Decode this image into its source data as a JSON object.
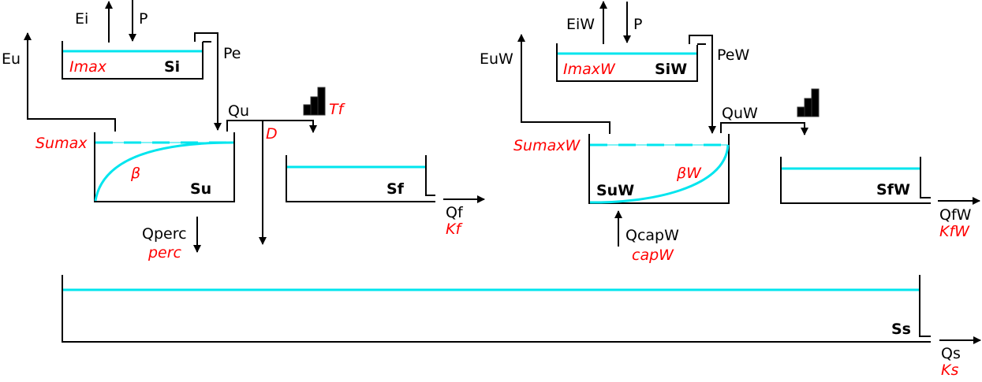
{
  "colors": {
    "water_level": "#00e5ee",
    "parameter": "#ff0000",
    "line": "#000000"
  },
  "hru_left": {
    "interception": {
      "store": "Si",
      "param": "Imax",
      "evap": "Ei",
      "precip": "P",
      "effective_precip": "Pe"
    },
    "unsaturated": {
      "store": "Su",
      "param_max": "Sumax",
      "param_shape": "β",
      "evap": "Eu",
      "outflow": "Qu",
      "split_param": "D",
      "percolation": "Qperc",
      "percolation_param": "perc"
    },
    "fast": {
      "store": "Sf",
      "lag_param": "Tf",
      "outflow": "Qf",
      "recession_param": "Kf",
      "lag_icon": "bar-steps-icon"
    }
  },
  "hru_right": {
    "interception": {
      "store": "SiW",
      "param": "ImaxW",
      "evap": "EiW",
      "precip": "P",
      "effective_precip": "PeW"
    },
    "unsaturated": {
      "store": "SuW",
      "param_max": "SumaxW",
      "param_shape": "βW",
      "evap": "EuW",
      "outflow": "QuW",
      "capillary": "QcapW",
      "capillary_param": "capW"
    },
    "fast": {
      "store": "SfW",
      "outflow": "QfW",
      "recession_param": "KfW",
      "lag_icon": "bar-steps-icon"
    }
  },
  "slow": {
    "store": "Ss",
    "outflow": "Qs",
    "recession_param": "Ks"
  }
}
